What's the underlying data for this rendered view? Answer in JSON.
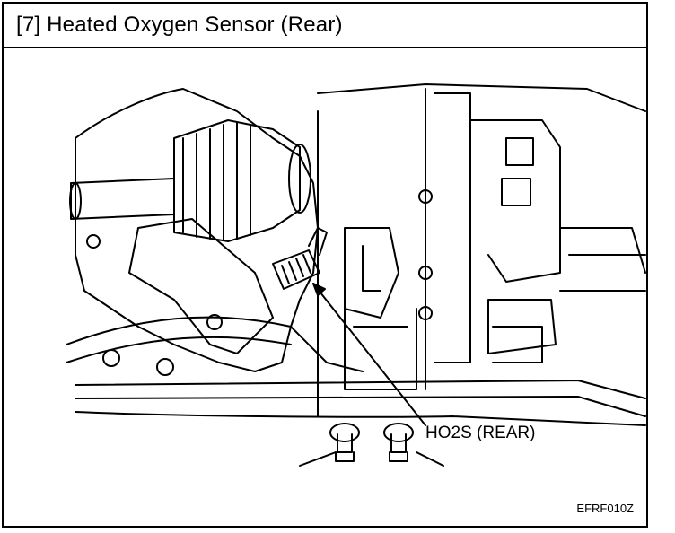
{
  "header": {
    "title": "[7] Heated Oxygen Sensor (Rear)"
  },
  "figure": {
    "callout_label": "HO2S (REAR)",
    "figure_code": "EFRF010Z"
  }
}
